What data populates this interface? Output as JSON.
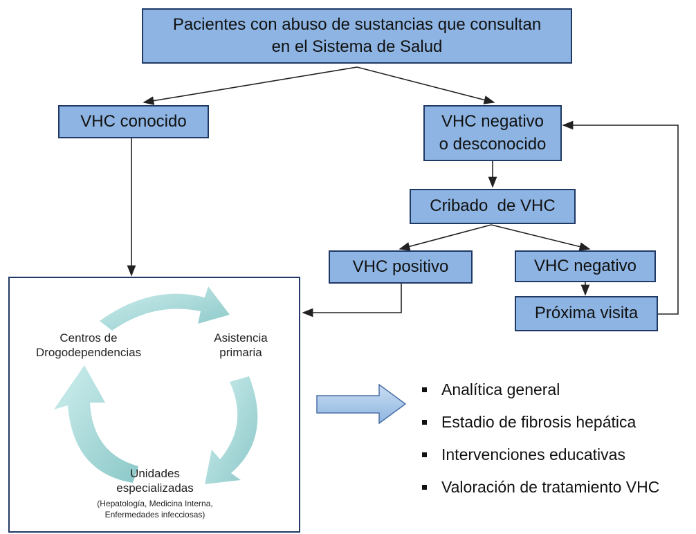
{
  "boxes": {
    "top": {
      "line1": "Pacientes con abuso de sustancias que consultan",
      "line2": "en el Sistema de Salud"
    },
    "known": "VHC conocido",
    "neg_unknown": {
      "line1": "VHC negativo",
      "line2": "o desconocido"
    },
    "screening": "Cribado  de VHC",
    "positive": "VHC positivo",
    "negative": "VHC negativo",
    "next_visit": "Próxima visita"
  },
  "cycle": {
    "drug_centers": {
      "line1": "Centros de",
      "line2": "Drogodependencias"
    },
    "primary_care": {
      "line1": "Asistencia",
      "line2": "primaria"
    },
    "specialized_units": {
      "line1": "Unidades",
      "line2": "especializadas",
      "line3": "(Hepatología, Medicina Interna,",
      "line4": "Enfermedades infecciosas)"
    }
  },
  "actions": [
    "Analítica general",
    "Estadio de fibrosis hepática",
    "Intervenciones educativas",
    "Valoración de tratamiento VHC"
  ],
  "colors": {
    "box_fill": "#8db4e2",
    "box_border": "#1f3864",
    "cycle_arrow": "#9bd1d1",
    "wire": "#222222"
  }
}
